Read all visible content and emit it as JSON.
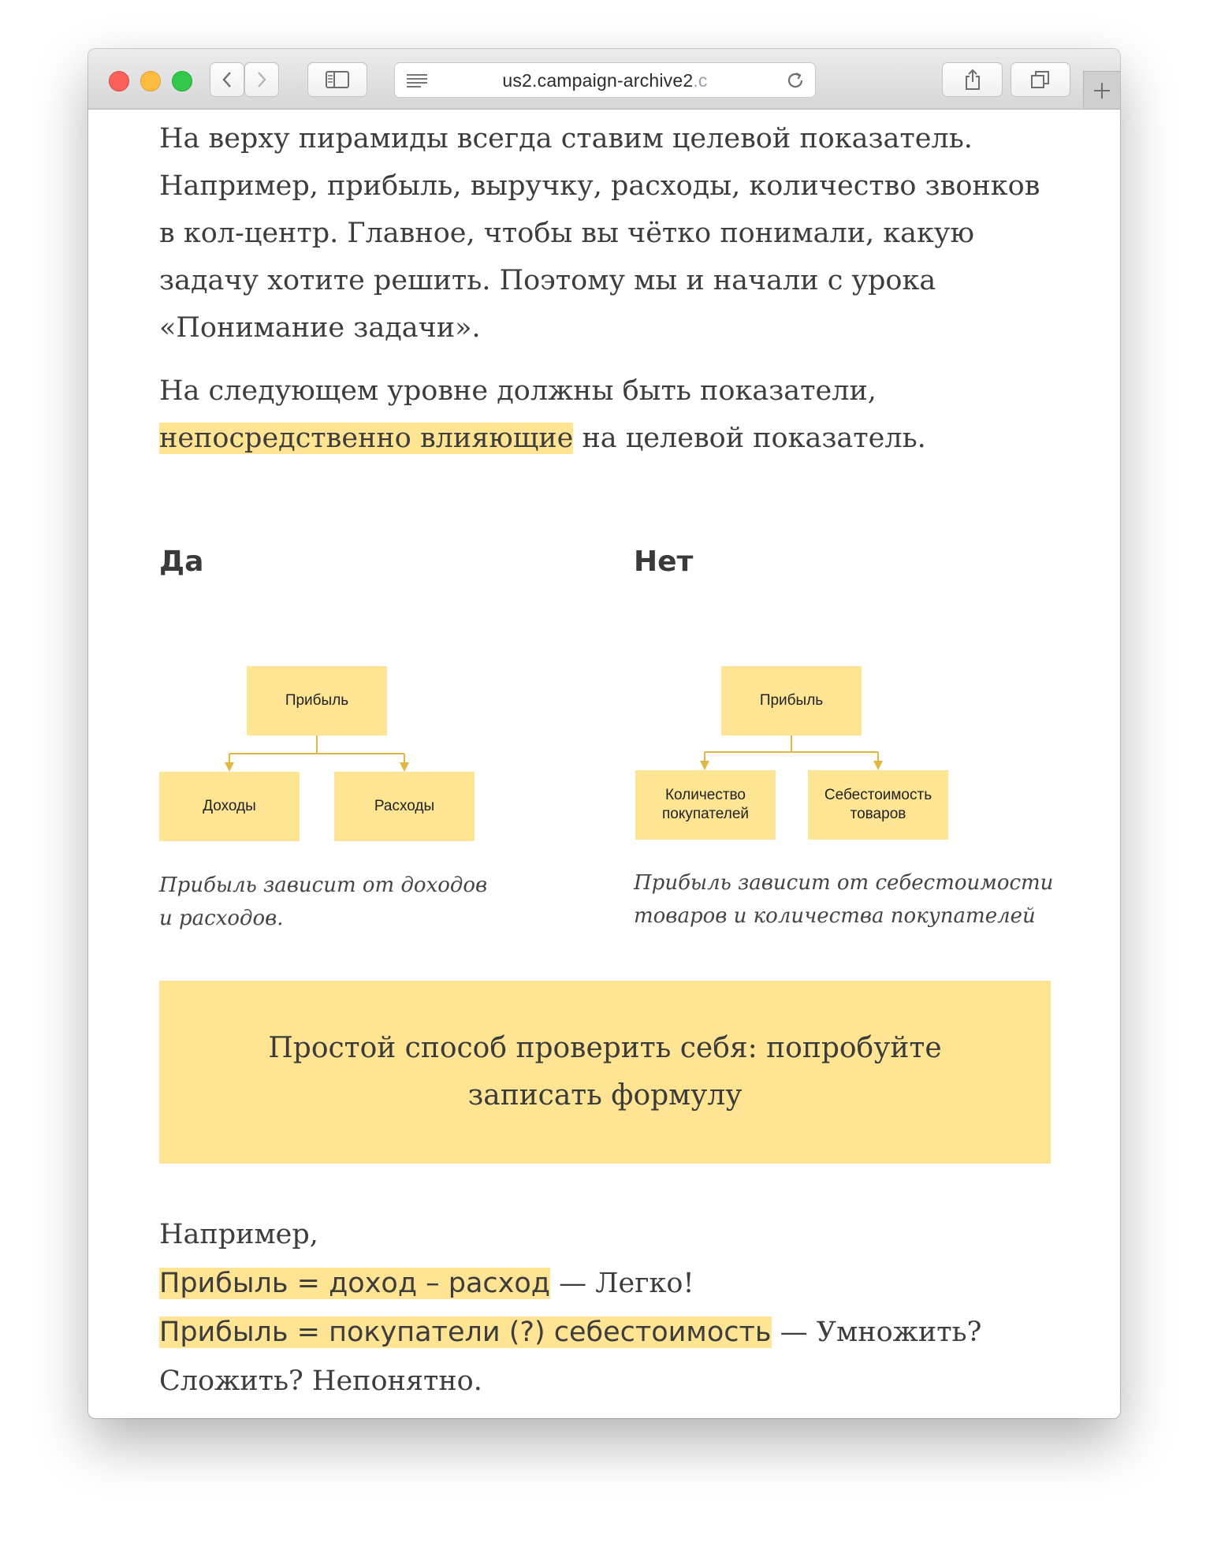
{
  "browser": {
    "url_main": "us2.campaign-archive2",
    "url_fade": ".c"
  },
  "article": {
    "para1": "На верху пирамиды всегда ставим целевой показатель. Например, прибыль, выручку, расходы, количество звонков в кол-центр. Главное, чтобы вы чётко понимали, какую задачу хотите решить. Поэтому мы и начали с урока «Понимание задачи».",
    "para2_line1": "На следующем уровне должны быть показатели,",
    "para2_highlight": "непосредственно влияющие",
    "para2_rest": " на целевой показатель."
  },
  "yes_column": {
    "title": "Да",
    "top": "Прибыль",
    "left": "Доходы",
    "right": "Расходы",
    "caption_line1": "Прибыль зависит от доходов",
    "caption_line2": "и расходов."
  },
  "no_column": {
    "title": "Нет",
    "top": "Прибыль",
    "left_line1": "Количество",
    "left_line2": "покупателей",
    "right_line1": "Себестоимость",
    "right_line2": "товаров",
    "caption_line1": "Прибыль зависит от себестоимости",
    "caption_line2": "товаров и количества покупателей"
  },
  "callout": {
    "text": "Простой способ проверить себя: попробуйте записать формулу"
  },
  "examples": {
    "intro": "Например,",
    "formula1": "Прибыль = доход – расход",
    "comment1": " — Легко!",
    "formula2": "Прибыль = покупатели (?) себестоимость",
    "comment2": " — Умножить?",
    "comment2_cont": "Сложить? Непонятно."
  },
  "colors": {
    "highlight": "#ffe593",
    "node": "#fde593",
    "connector": "#e0b73f"
  }
}
